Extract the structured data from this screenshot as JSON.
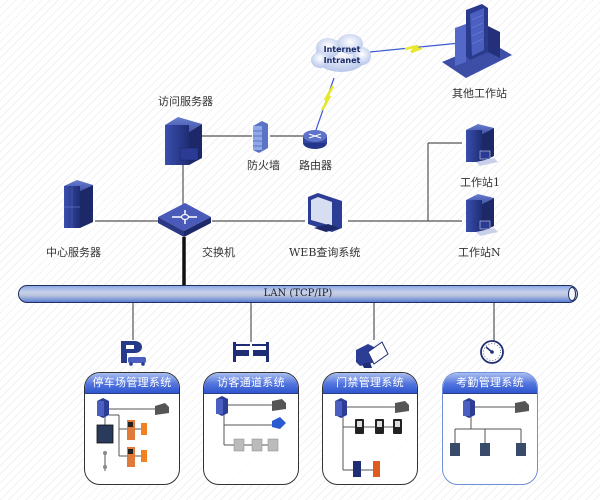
{
  "cloud": {
    "line1": "Internet",
    "line2": "Intranet"
  },
  "nodes": {
    "other_workstation": "其他工作站",
    "access_server": "访问服务器",
    "firewall": "防火墙",
    "router": "路由器",
    "central_server": "中心服务器",
    "switch": "交换机",
    "web_query": "WEB查询系统",
    "workstation_1": "工作站1",
    "workstation_n": "工作站N"
  },
  "lan": {
    "label": "LAN (TCP/IP)"
  },
  "subsystems": [
    {
      "name": "停车场管理系统",
      "icon": "parking-icon"
    },
    {
      "name": "访客通道系统",
      "icon": "turnstile-gate-icon"
    },
    {
      "name": "门禁管理系统",
      "icon": "access-card-icon"
    },
    {
      "name": "考勤管理系统",
      "icon": "clock-icon"
    }
  ],
  "colors": {
    "device_blue": "#2d3d8f",
    "lan_blue": "#5c7fd6",
    "header_blue": "#3a5fd4",
    "line": "#555555"
  }
}
